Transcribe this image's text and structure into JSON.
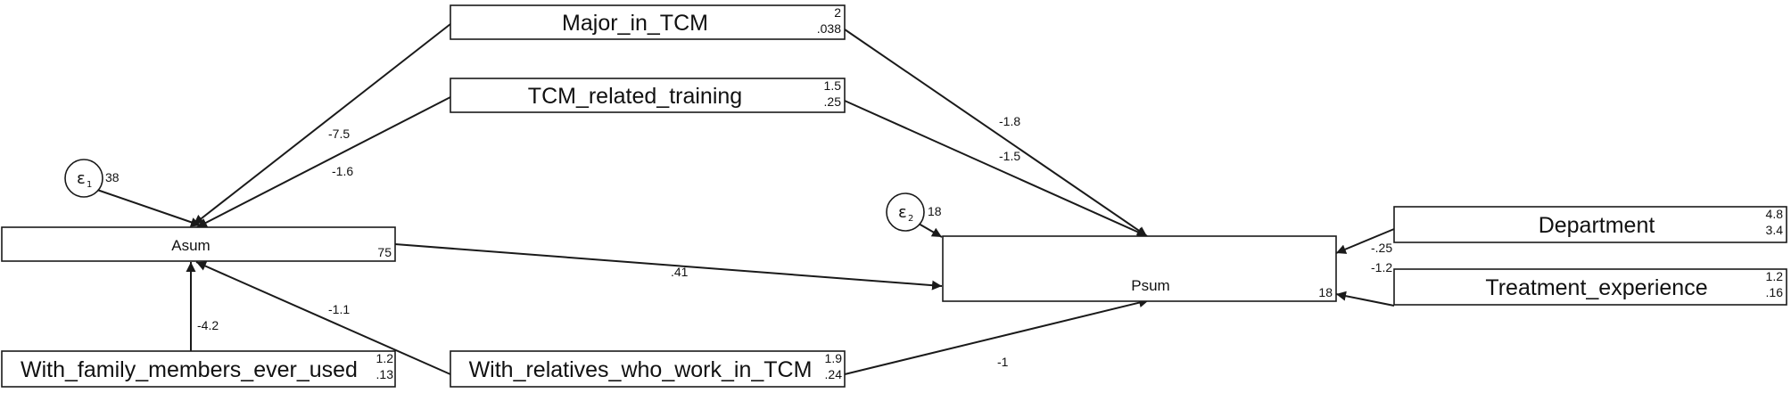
{
  "variables": {
    "major": {
      "label": "Major_in_TCM",
      "mean": "2",
      "variance": ".038"
    },
    "training": {
      "label": "TCM_related_training",
      "mean": "1.5",
      "variance": ".25"
    },
    "asum": {
      "label": "Asum",
      "intercept": "75"
    },
    "psum": {
      "label": "Psum",
      "intercept": "18"
    },
    "department": {
      "label": "Department",
      "mean": "4.8",
      "variance": "3.4"
    },
    "treatment": {
      "label": "Treatment_experience",
      "mean": "1.2",
      "variance": ".16"
    },
    "family": {
      "label": "With_family_members_ever_used",
      "mean": "1.2",
      "variance": ".13"
    },
    "relatives": {
      "label": "With_relatives_who_work_in_TCM",
      "mean": "1.9",
      "variance": ".24"
    }
  },
  "errors": {
    "e1": {
      "symbol": "ε",
      "subscript": "1",
      "variance": "38"
    },
    "e2": {
      "symbol": "ε",
      "subscript": "2",
      "variance": "18"
    }
  },
  "paths": {
    "major_to_asum": "-7.5",
    "training_to_asum": "-1.6",
    "major_to_psum": "-1.8",
    "training_to_psum": "-1.5",
    "asum_to_psum": ".41",
    "department_to_psum": "-.25",
    "treatment_to_psum": "-1.2",
    "family_to_asum": "-4.2",
    "relatives_to_asum": "-1.1",
    "relatives_to_psum": "-1"
  }
}
